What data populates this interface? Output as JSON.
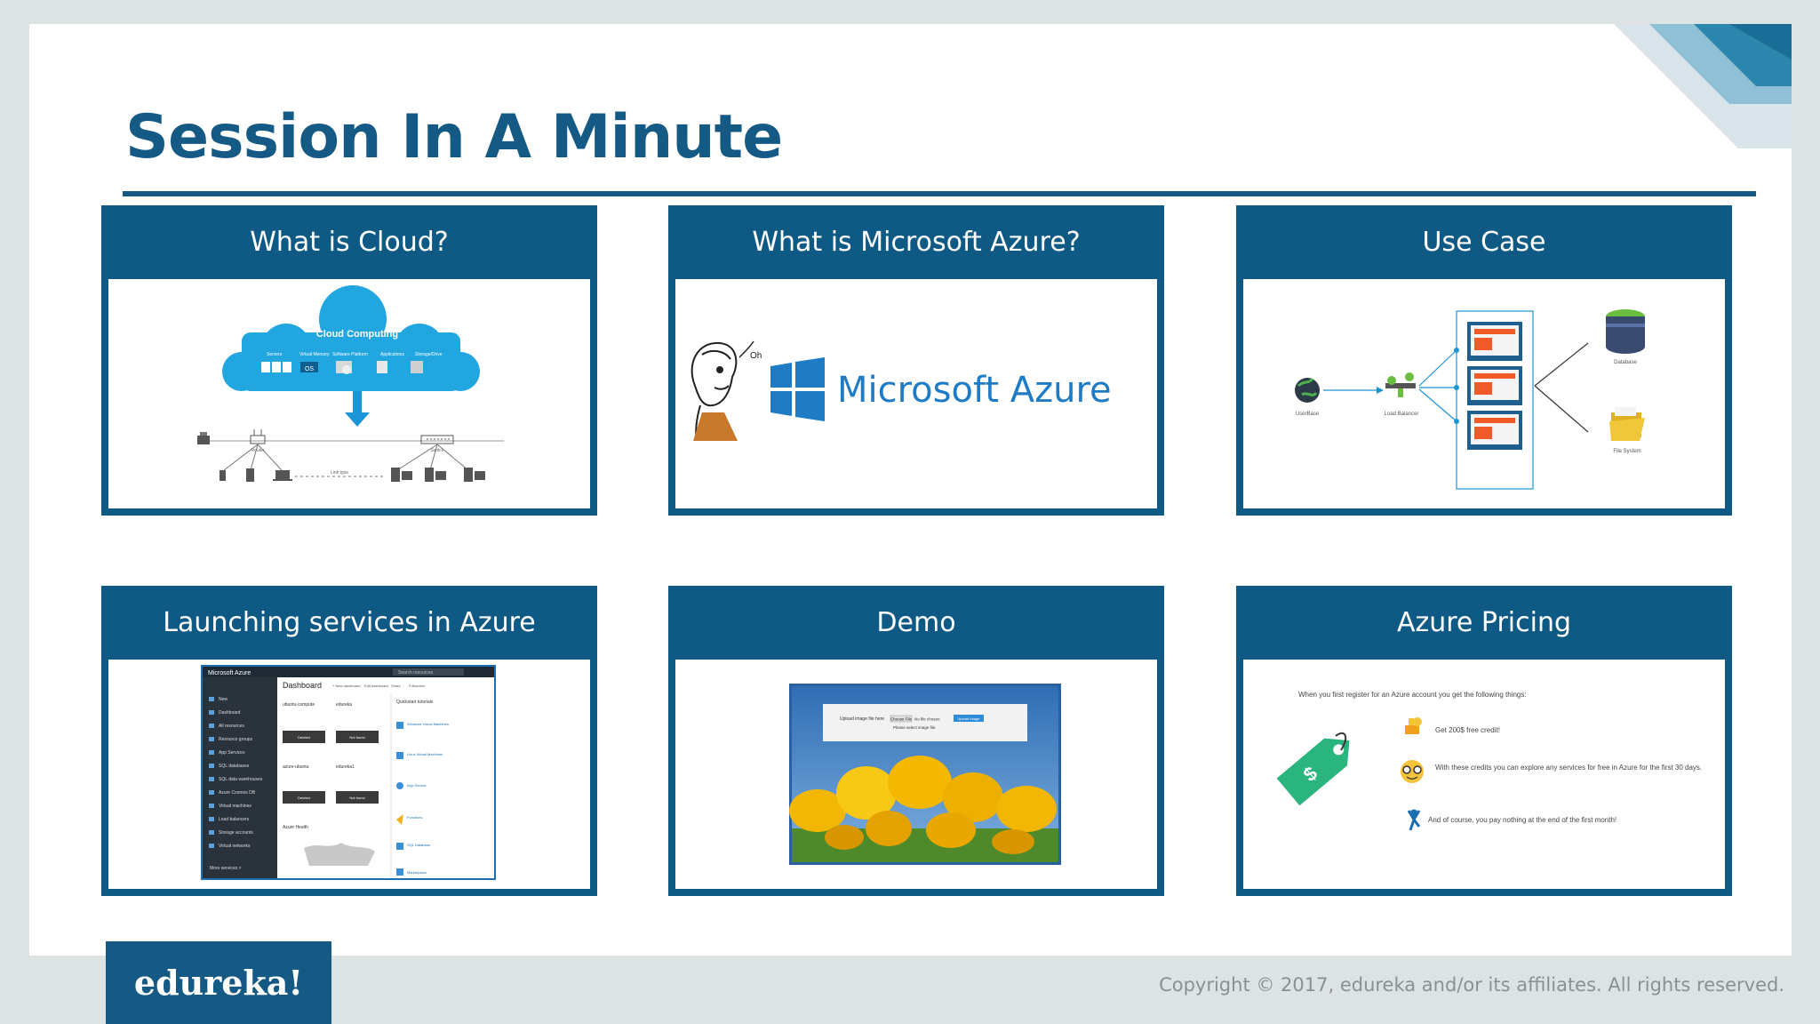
{
  "title": "Session In A Minute",
  "cards": [
    {
      "title": "What is Cloud?",
      "cloud_label": "Cloud Computing",
      "service_labels": [
        "Servers",
        "Virtual Memory",
        "Software Platform",
        "Applications",
        "Storage/Drive"
      ],
      "os_label": "OS",
      "router_label": "Router",
      "switch_label": "Switch",
      "link_label": "Link type"
    },
    {
      "title": "What is Microsoft Azure?",
      "speech": "Oh",
      "brand": "Microsoft Azure"
    },
    {
      "title": "Use Case",
      "labels": {
        "user": "UserBase",
        "lb": "Load Balancer",
        "db": "Database",
        "fs": "File System"
      }
    },
    {
      "title": "Launching services in Azure",
      "portal": {
        "brand": "Microsoft Azure",
        "search": "Search resources",
        "dashboard": "Dashboard",
        "toolbar": [
          "+ New dashboard",
          "Edit dashboard",
          "Share",
          "Fullscreen"
        ],
        "nav": [
          "New",
          "Dashboard",
          "All resources",
          "Resource groups",
          "App Services",
          "SQL databases",
          "SQL data warehouses",
          "Azure Cosmos DB",
          "Virtual machines",
          "Load balancers",
          "Storage accounts",
          "Virtual networks",
          "More services >"
        ],
        "tiles": [
          {
            "name": "ubuntu-compute",
            "status": "Deleted"
          },
          {
            "name": "edureka",
            "status": "Not found"
          },
          {
            "name": "azure-ubuntu",
            "status": "Deleted"
          },
          {
            "name": "edureka1",
            "status": "Not found"
          }
        ],
        "health": "Azure Health",
        "quickstart": "Quickstart tutorials",
        "quickstart_items": [
          "Windows Virtual Machines",
          "Linux Virtual Machines",
          "App Service",
          "Functions",
          "SQL Database",
          "Marketplace"
        ]
      }
    },
    {
      "title": "Demo",
      "upload_label": "Upload image file here",
      "choose_button": "Choose File",
      "file_status": "No file chosen",
      "hint": "Please select image file.",
      "upload_button": "Upload Image"
    },
    {
      "title": "Azure Pricing",
      "intro": "When you first register for an Azure account you get the following things:",
      "items": [
        "Get 200$ free credit!",
        "With these credits you can explore any services for free in Azure for the first 30 days.",
        "And of course, you pay nothing at the end of the first month!"
      ]
    }
  ],
  "footer": {
    "logo": "edureka!",
    "copyright": "Copyright © 2017, edureka and/or its affiliates. All rights reserved."
  },
  "colors": {
    "brand": "#155a85",
    "card": "#0f5a84",
    "azure": "#1e7bc4"
  }
}
